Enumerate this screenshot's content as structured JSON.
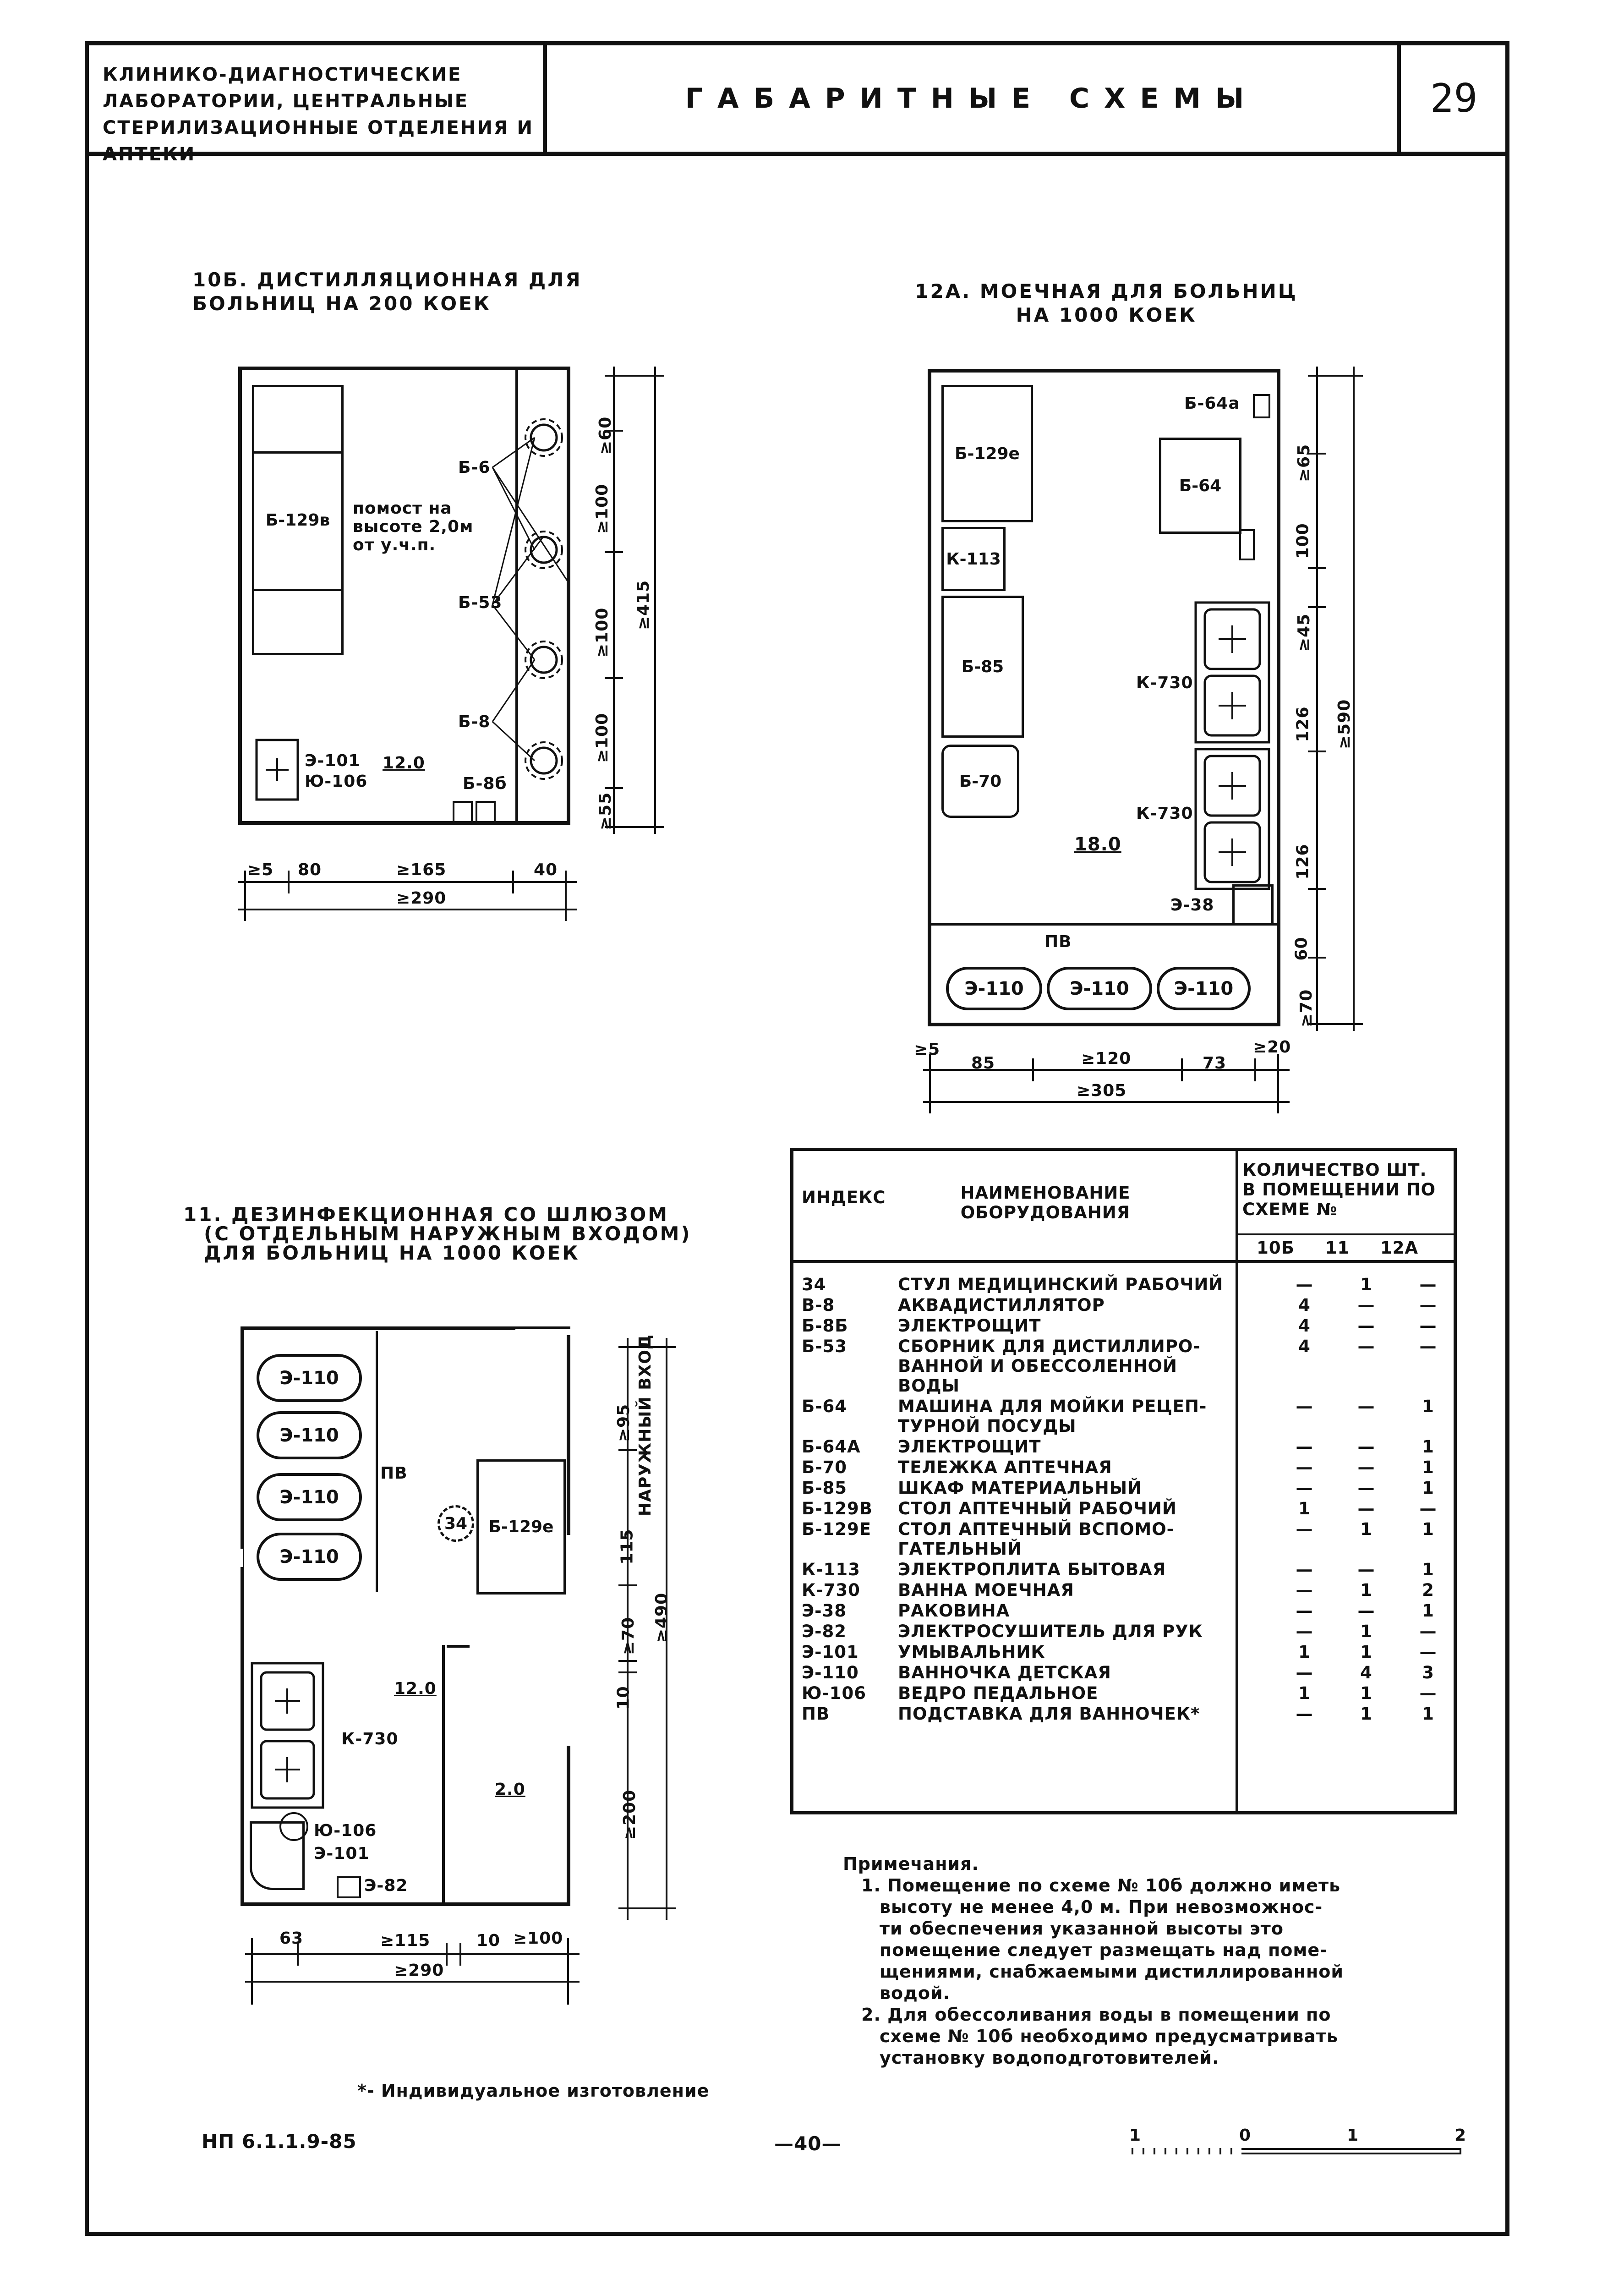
{
  "header": {
    "section_title": "Клинико-диагностические лаборатории, центральные стерилизационные отделения и аптеки",
    "title": "ГАБАРИТНЫЕ СХЕМЫ",
    "page_number": "29"
  },
  "scheme_10b": {
    "title": "10б. Дистилляционная для больниц на 200 коек",
    "labels": {
      "b129v": "Б-129в",
      "b6": "Б-6",
      "b53": "Б-53",
      "b8": "Б-8",
      "b8b": "Б-8б",
      "e101": "Э-101",
      "yu106": "Ю-106",
      "area": "12.0",
      "platform": [
        "помост на",
        "высоте 2,0м",
        "от у.ч.п."
      ]
    },
    "dims_v": [
      "≥60",
      "≥100",
      "≥100",
      "≥415",
      "≥100",
      "≥55"
    ],
    "dims_h": [
      "≥5",
      "80",
      "≥165",
      "40",
      "≥290"
    ]
  },
  "scheme_12a": {
    "title": "12а. Моечная для больниц на 1000 коек",
    "labels": {
      "b64a": "Б-64а",
      "b129e": "Б-129е",
      "b64": "Б-64",
      "k113": "К-113",
      "b85": "Б-85",
      "b70": "Б-70",
      "k730a": "К-730",
      "k730b": "К-730",
      "e38": "Э-38",
      "pv": "ПВ",
      "e110": "Э-110",
      "area": "18.0"
    },
    "dims_v": [
      "≥65",
      "100",
      "≥45",
      "126",
      "≥590",
      "126",
      "60",
      "≥70"
    ],
    "dims_h": [
      "≥5",
      "85",
      "≥120",
      "73",
      "≥20",
      "≥305"
    ]
  },
  "scheme_11": {
    "title": [
      "11. Дезинфекционная со шлюзом",
      "(с отдельным наружным входом)",
      "для больниц на 1000 коек"
    ],
    "labels": {
      "e110": "Э-110",
      "pv": "ПВ",
      "chair": "34",
      "b129e": "Б-129е",
      "k730": "К-730",
      "area1": "12.0",
      "area2": "2.0",
      "yu106": "Ю-106",
      "e101": "Э-101",
      "e82": "Э-82",
      "entrance": "НАРУЖНЫЙ ВХОД"
    },
    "dims_v": [
      "≥95",
      "115",
      "≥70",
      "≥490",
      "10",
      "≥200"
    ],
    "dims_h": [
      "63",
      "≥115",
      "10",
      "≥100",
      "≥290"
    ]
  },
  "table": {
    "headers": {
      "index": "Индекс",
      "name": [
        "Наименование",
        "оборудования"
      ],
      "qty": [
        "Количество шт.",
        "в помещении по",
        "схеме №"
      ],
      "cols": [
        "10б",
        "11",
        "12А"
      ]
    },
    "rows": [
      {
        "idx": "34",
        "name": [
          "Стул медицинский рабочий"
        ],
        "v": [
          "—",
          "1",
          "—"
        ]
      },
      {
        "idx": "В-8",
        "name": [
          "Аквадистиллятор"
        ],
        "v": [
          "4",
          "—",
          "—"
        ]
      },
      {
        "idx": "Б-8б",
        "name": [
          "Электрощит"
        ],
        "v": [
          "4",
          "—",
          "—"
        ]
      },
      {
        "idx": "Б-53",
        "name": [
          "Сборник для дистиллиро-",
          "ванной и обессоленной",
          "воды"
        ],
        "v": [
          "4",
          "—",
          "—"
        ]
      },
      {
        "idx": "Б-64",
        "name": [
          "Машина для мойки рецеп-",
          "турной посуды"
        ],
        "v": [
          "—",
          "—",
          "1"
        ]
      },
      {
        "idx": "Б-64а",
        "name": [
          "Электрощит"
        ],
        "v": [
          "—",
          "—",
          "1"
        ]
      },
      {
        "idx": "Б-70",
        "name": [
          "Тележка аптечная"
        ],
        "v": [
          "—",
          "—",
          "1"
        ]
      },
      {
        "idx": "Б-85",
        "name": [
          "Шкаф материальный"
        ],
        "v": [
          "—",
          "—",
          "1"
        ]
      },
      {
        "idx": "Б-129в",
        "name": [
          "Стол аптечный рабочий"
        ],
        "v": [
          "1",
          "—",
          "—"
        ]
      },
      {
        "idx": "Б-129е",
        "name": [
          "Стол аптечный вспомо-",
          "гательный"
        ],
        "v": [
          "—",
          "1",
          "1"
        ]
      },
      {
        "idx": "К-113",
        "name": [
          "Электроплита бытовая"
        ],
        "v": [
          "—",
          "—",
          "1"
        ]
      },
      {
        "idx": "К-730",
        "name": [
          "Ванна моечная"
        ],
        "v": [
          "—",
          "1",
          "2"
        ]
      },
      {
        "idx": "Э-38",
        "name": [
          "Раковина"
        ],
        "v": [
          "—",
          "—",
          "1"
        ]
      },
      {
        "idx": "Э-82",
        "name": [
          "Электросушитель для рук"
        ],
        "v": [
          "—",
          "1",
          "—"
        ]
      },
      {
        "idx": "Э-101",
        "name": [
          "Умывальник"
        ],
        "v": [
          "1",
          "1",
          "—"
        ]
      },
      {
        "idx": "Э-110",
        "name": [
          "Ванночка детская"
        ],
        "v": [
          "—",
          "4",
          "3"
        ]
      },
      {
        "idx": "Ю-106",
        "name": [
          "Ведро педальное"
        ],
        "v": [
          "1",
          "1",
          "—"
        ]
      },
      {
        "idx": "ПВ",
        "name": [
          "Подставка для ванночек*"
        ],
        "v": [
          "—",
          "1",
          "1"
        ]
      }
    ]
  },
  "notes": {
    "heading": "Примечания.",
    "items": [
      [
        "1. Помещение по схеме № 10б должно иметь",
        "высоту не менее 4,0 м. При невозможнос-",
        "ти обеспечения указанной высоты это",
        "помещение следует размещать над поме-",
        "щениями, снабжаемыми дистиллированной",
        "водой."
      ],
      [
        "2. Для обессоливания воды в помещении по",
        "схеме № 10б необходимо предусматривать",
        "установку водоподготовителей."
      ]
    ]
  },
  "footnote": "*- Индивидуальное изготовление",
  "footer": {
    "doc_code": "НП 6.1.1.9-85",
    "page": "—40—",
    "scale_labels": [
      "1",
      "0",
      "1",
      "2"
    ]
  }
}
